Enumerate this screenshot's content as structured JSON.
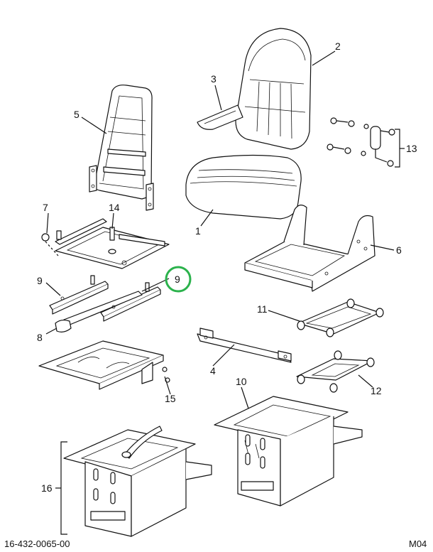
{
  "callouts": {
    "c1": "1",
    "c2": "2",
    "c3": "3",
    "c4": "4",
    "c5": "5",
    "c6": "6",
    "c7": "7",
    "c8": "8",
    "c9a": "9",
    "c9b": "9",
    "c10": "10",
    "c11": "11",
    "c12": "12",
    "c13": "13",
    "c14": "14",
    "c15": "15",
    "c16": "16"
  },
  "footer": {
    "part_number": "16-432-0065-00",
    "sheet_code": "M04"
  },
  "highlight": {
    "color": "#2bb24c",
    "callout": "9"
  }
}
